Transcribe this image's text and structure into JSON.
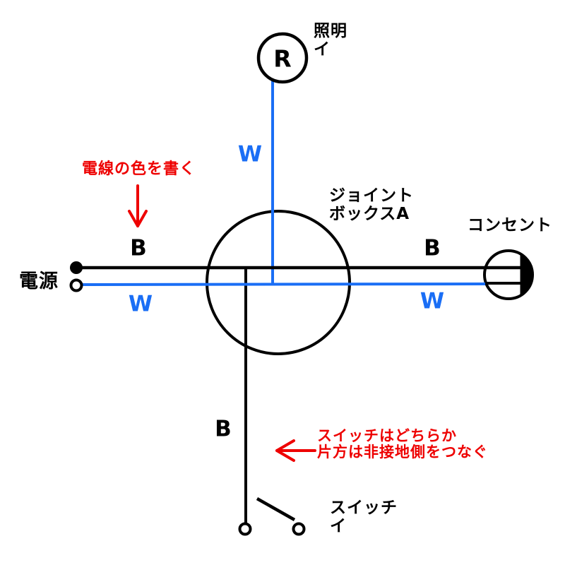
{
  "labels": {
    "power": "電源",
    "lamp": "照明\nイ",
    "lamp_symbol": "R",
    "junction_box": "ジョイント\nボックスA",
    "outlet": "コンセント",
    "switch": "スイッチ\nイ"
  },
  "wires": {
    "top_w": "W",
    "left_b": "B",
    "left_w": "W",
    "right_b": "B",
    "right_w": "W",
    "bottom_b": "B"
  },
  "annotations": {
    "wire_color_note": "電線の色を書く",
    "switch_note": "スイッチはどちらか\n片方は非接地側をつなぐ"
  },
  "colors": {
    "wire_live_black": "#000000",
    "wire_neutral_blue": "#1a6ef5",
    "annotation_red": "#ee0000"
  }
}
